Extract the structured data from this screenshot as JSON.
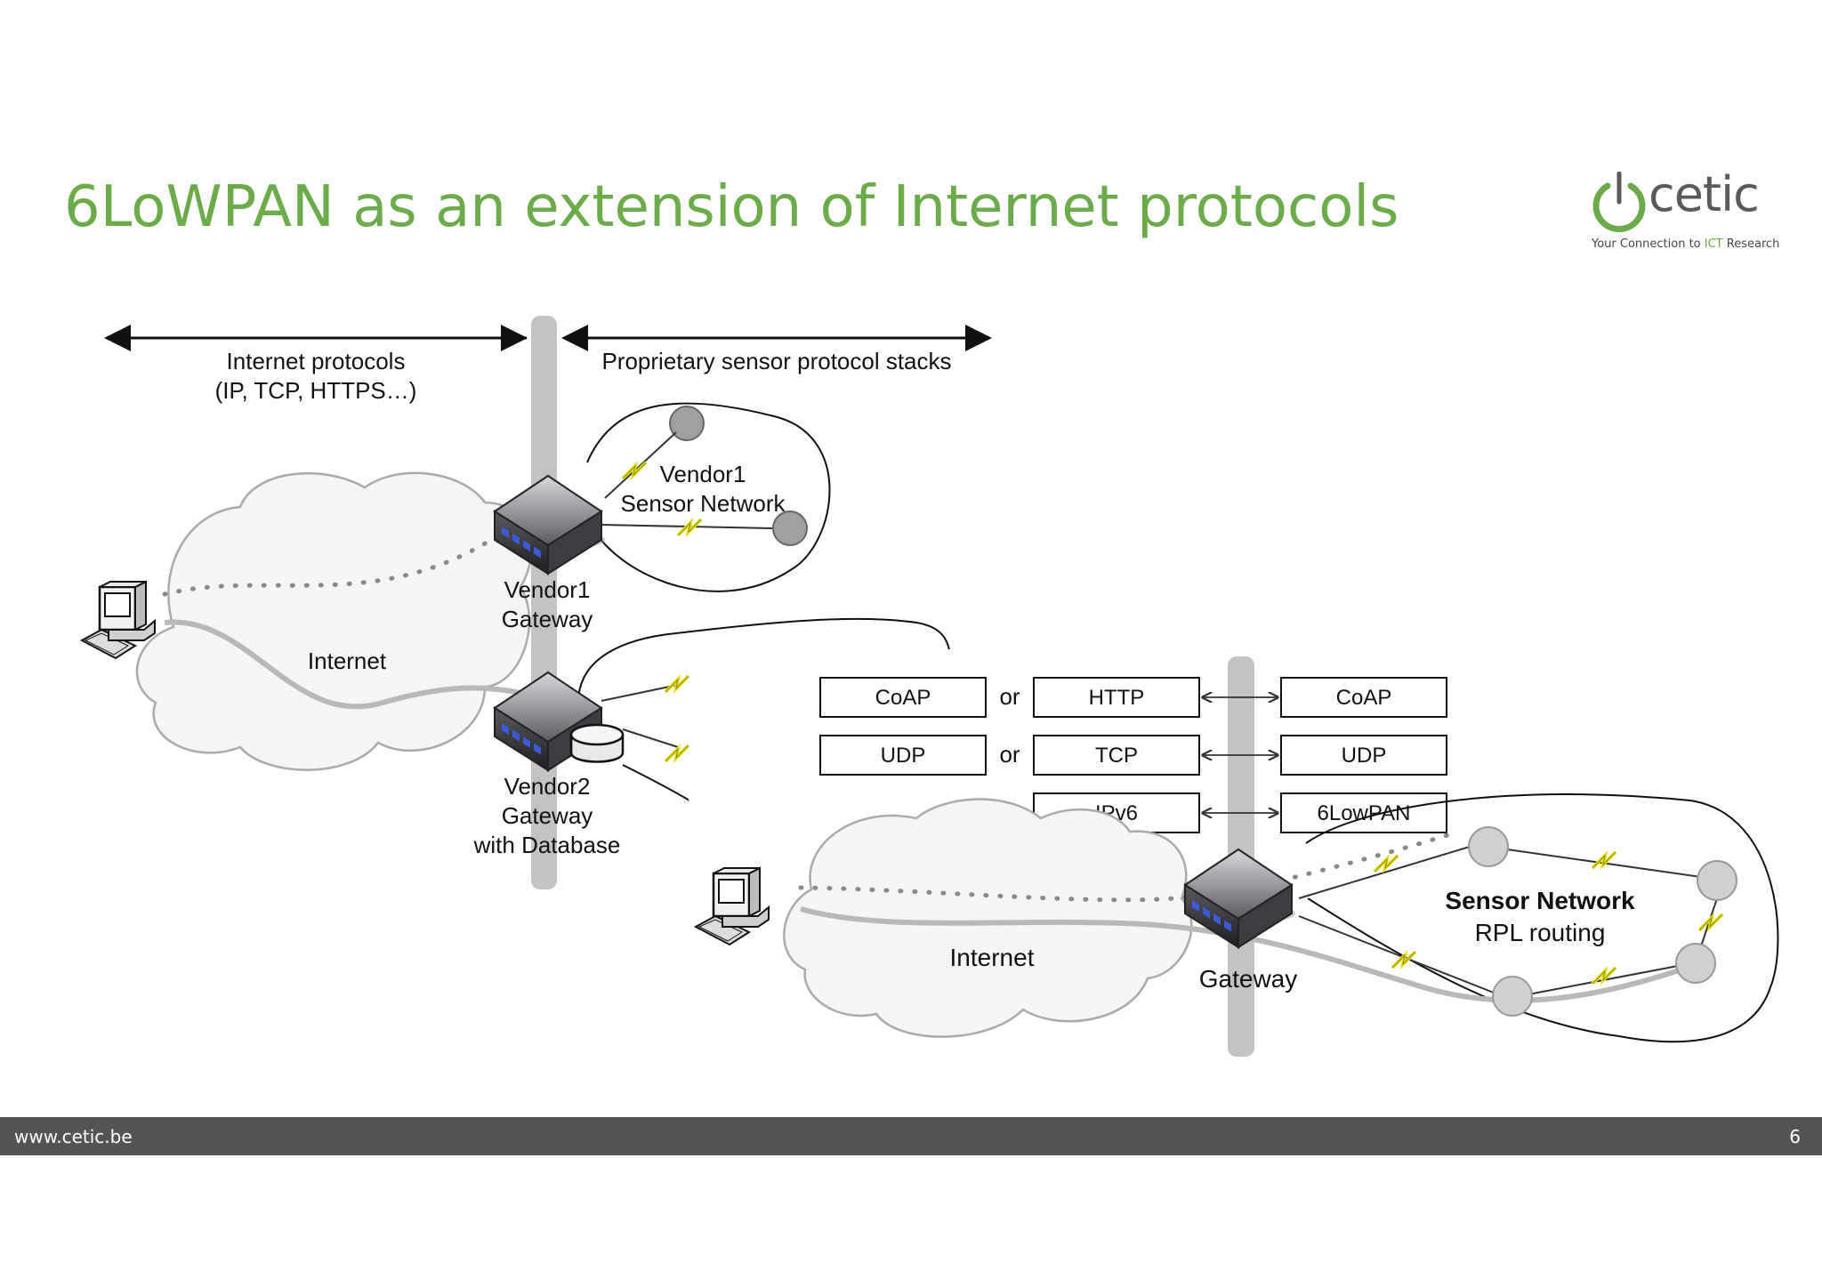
{
  "slide": {
    "title": "6LoWPAN as an extension of Internet protocols",
    "footer_url": "www.cetic.be",
    "page_number": "6"
  },
  "logo": {
    "wordmark": "cetic",
    "tagline_prefix": "Your Connection to ",
    "tagline_highlight": "ICT",
    "tagline_suffix": " Research"
  },
  "colors": {
    "title_green": "#6aab4a",
    "footer_bar": "#545456",
    "lightning": "#f4f020"
  },
  "diagram_top": {
    "internet_protocols_line1": "Internet protocols",
    "internet_protocols_line2": "(IP, TCP, HTTPS…)",
    "proprietary_label": "Proprietary sensor protocol stacks",
    "vendor1_network_line1": "Vendor1",
    "vendor1_network_line2": "Sensor Network",
    "vendor1_gateway_line1": "Vendor1",
    "vendor1_gateway_line2": "Gateway",
    "vendor2_gateway_line1": "Vendor2",
    "vendor2_gateway_line2": "Gateway",
    "vendor2_gateway_line3": "with Database",
    "internet_label": "Internet"
  },
  "diagram_bottom": {
    "stack_rows": [
      {
        "left": "CoAP",
        "or": "or",
        "mid": "HTTP",
        "right": "CoAP"
      },
      {
        "left": "UDP",
        "or": "or",
        "mid": "TCP",
        "right": "UDP"
      },
      {
        "mid": "IPv6",
        "right": "6LowPAN"
      }
    ],
    "internet_label": "Internet",
    "gateway_label": "Gateway",
    "sensor_network_line1": "Sensor Network",
    "sensor_network_line2": "RPL routing"
  }
}
